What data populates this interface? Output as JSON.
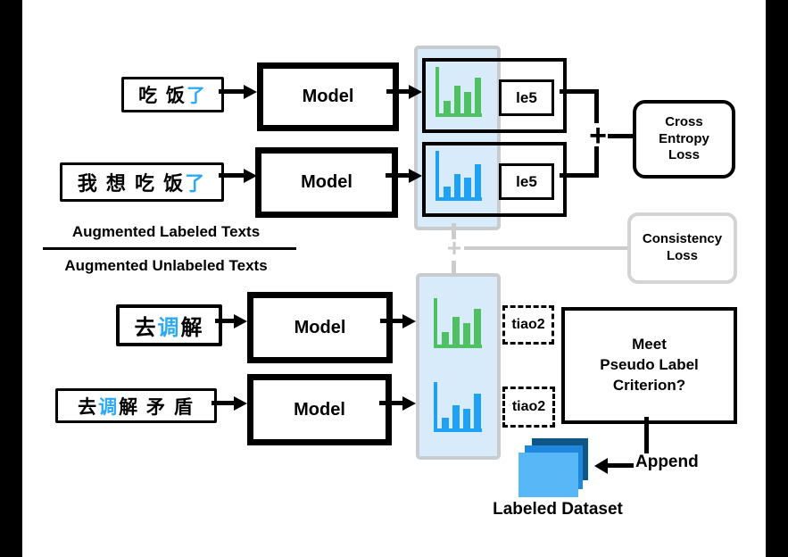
{
  "colors": {
    "blue_char": "#2CA9F4",
    "green_bar": "#4FC163",
    "blue_bar": "#1FA2F3",
    "band_fill": "#D7EBFA",
    "band_border": "#C9CCCE",
    "gray_line": "#CCCCCC",
    "stack_back": "#0E5687",
    "stack_mid": "#1F87DC",
    "stack_front": "#58B7F6"
  },
  "top_section": {
    "row1": {
      "input_segments": [
        {
          "text": "吃 饭 ",
          "blue": false
        },
        {
          "text": "了",
          "blue": true
        }
      ],
      "model_label": "Model",
      "prob_label": "le5",
      "chart_bars": [
        30,
        68,
        53,
        88
      ]
    },
    "row2": {
      "input_segments": [
        {
          "text": "我 想 吃 饭 ",
          "blue": false
        },
        {
          "text": "了",
          "blue": true
        }
      ],
      "model_label": "Model",
      "prob_label": "le5",
      "chart_bars": [
        26,
        57,
        48,
        80
      ]
    },
    "plus": "+",
    "cross_entropy_loss": "Cross\nEntropy\nLoss"
  },
  "divider": {
    "numerator": "Augmented Labeled Texts",
    "denominator": "Augmented Unlabeled Texts"
  },
  "consistency": {
    "plus": "+",
    "label": "Consistency\nLoss"
  },
  "bottom_section": {
    "row1": {
      "input_segments": [
        {
          "text": "去 ",
          "blue": false
        },
        {
          "text": "调",
          "blue": true
        },
        {
          "text": " 解",
          "blue": false
        }
      ],
      "model_label": "Model",
      "prob_label": "tiao2",
      "chart_bars": [
        30,
        68,
        53,
        88
      ]
    },
    "row2": {
      "input_segments": [
        {
          "text": "去 ",
          "blue": false
        },
        {
          "text": "调",
          "blue": true
        },
        {
          "text": " 解 矛 盾",
          "blue": false
        }
      ],
      "model_label": "Model",
      "prob_label": "tiao2",
      "chart_bars": [
        26,
        57,
        48,
        84
      ]
    },
    "question": "Meet\nPseudo Label\nCriterion?",
    "append_label": "Append",
    "dataset_label": "Labeled Dataset"
  }
}
